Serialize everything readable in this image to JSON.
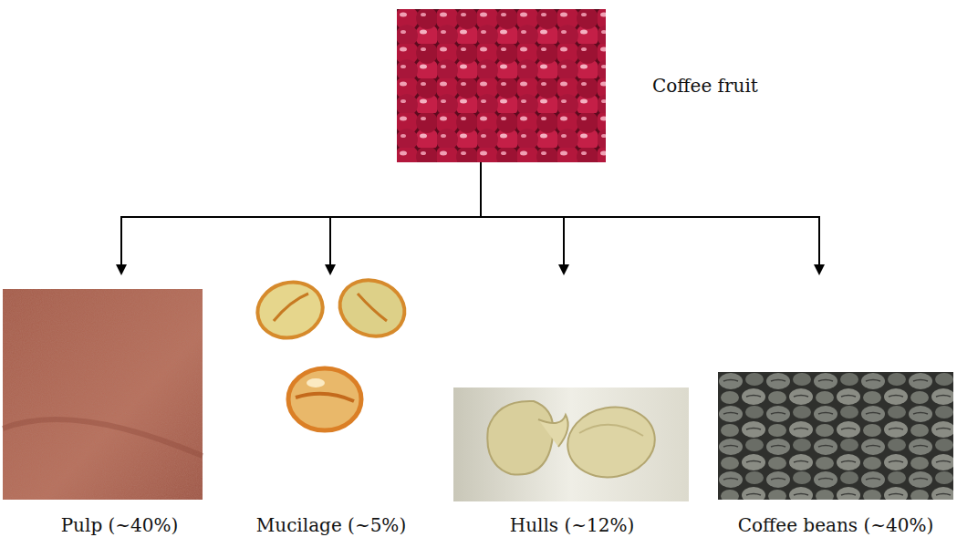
{
  "diagram": {
    "nodes": [
      {
        "text": [
          "Coffee fruit"
        ]
      },
      {
        "text": [
          "Pulp (~40%)"
        ]
      },
      {
        "text": [
          "Mucilage (~5%)"
        ]
      },
      {
        "text": [
          "Hulls (~12%)"
        ]
      },
      {
        "text": [
          "Coffee beans (~40%)"
        ]
      }
    ],
    "edges": [
      {
        "from": 0,
        "to": 1,
        "arrow": "to"
      },
      {
        "from": 0,
        "to": 2,
        "arrow": "to"
      },
      {
        "from": 0,
        "to": 3,
        "arrow": "to"
      },
      {
        "from": 0,
        "to": 4,
        "arrow": "to"
      }
    ]
  }
}
